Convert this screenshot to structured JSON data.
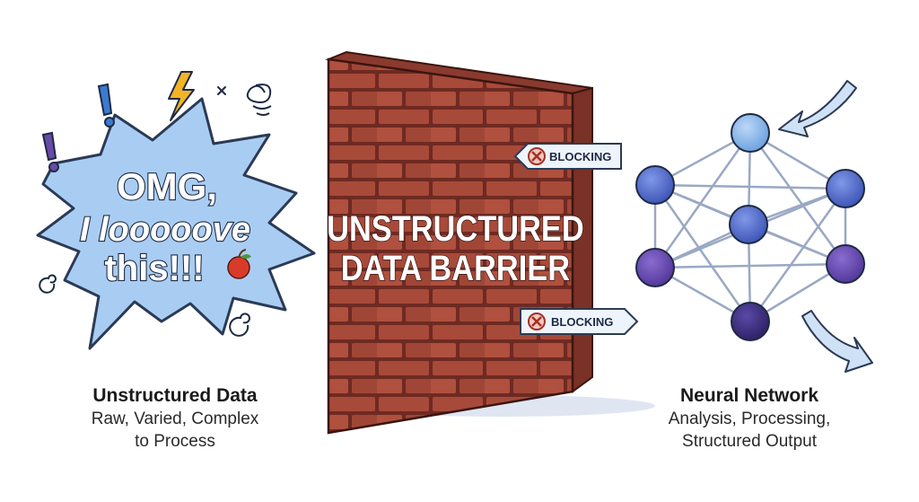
{
  "speech_bubble": {
    "line1": "OMG,",
    "line2": "I looooove",
    "line3": "this!!!"
  },
  "wall": {
    "line1": "UNSTRUCTURED",
    "line2": "DATA BARRIER"
  },
  "blocking_tags": {
    "upper": "BLOCKING",
    "lower": "BLOCKING"
  },
  "left_caption": {
    "title": "Unstructured Data",
    "line1": "Raw, Varied, Complex",
    "line2": "to Process"
  },
  "right_caption": {
    "title": "Neural Network",
    "line1": "Analysis, Processing,",
    "line2": "Structured Output"
  },
  "colors": {
    "brick": "#a84a3a",
    "mortar": "#6e2a22",
    "bubble_fill": "#a9cdf2",
    "node_light": "#7fb0e6",
    "node_mid": "#4a64c4",
    "node_purple": "#5b3fa3",
    "node_dark": "#3b2a78"
  }
}
